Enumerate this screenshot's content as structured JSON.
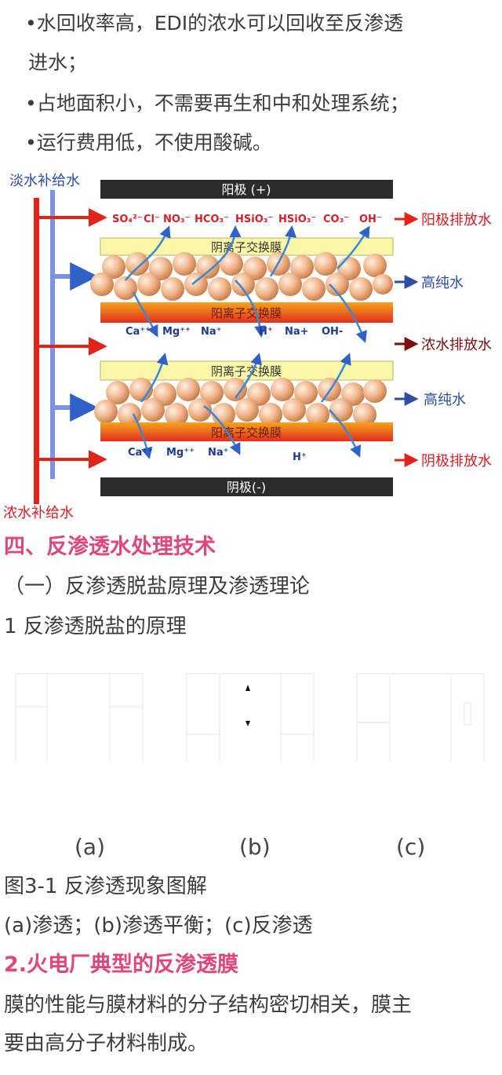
{
  "intro_bullets": [
    "•水回收率高，EDI的浓水可以回收至反渗透",
    "进水；",
    "•占地面积小，不需要再生和中和处理系统；",
    "•运行费用低，不使用酸碱。"
  ],
  "edi_diagram": {
    "top_left_label": "淡水补给水",
    "bottom_left_label": "浓水补给水",
    "anode_label": "阳极 (+)",
    "cathode_label": "阴极(-)",
    "anion_membrane_label": "阴离子交换膜",
    "cation_membrane_label": "阳离子交换膜",
    "anode_ions": [
      "SO₄²⁻",
      "Cl⁻",
      "NO₃⁻",
      "HCO₃⁻",
      "HSiO₃⁻",
      "HSiO₃⁻",
      "CO₃⁻",
      "OH⁻"
    ],
    "mid_ions": [
      "Ca⁺⁺",
      "Mg⁺⁺",
      "Na⁺",
      "H⁺",
      "Na+",
      "OH-"
    ],
    "bottom_ions": [
      "Ca⁺⁺",
      "Mg⁺⁺",
      "Na⁺",
      "H⁺"
    ],
    "outputs": {
      "anode_drain": "阳极排放水",
      "pure_water_1": "高纯水",
      "concentrate_drain": "浓水排放水",
      "pure_water_2": "高纯水",
      "cathode_drain": "阴极排放水"
    },
    "colors": {
      "red_pipe": "#e2231a",
      "blue_pipe": "#7b93e6",
      "dark_bar": "#2c2c2c",
      "anion_membrane": "#fbf7a8",
      "cation_membrane_top": "#f7a21b",
      "cation_membrane_bottom": "#e0301e",
      "ion_red": "#d42027",
      "ion_blue": "#1f3b8f"
    }
  },
  "section_heading": "四、反渗透水处理技术",
  "subsection": "（一）反渗透脱盐原理及渗透理论",
  "subsubsection": "1  反渗透脱盐的原理",
  "figure_labels": [
    "(a)",
    "(b)",
    "(c)"
  ],
  "figure_caption": "图3-1    反渗透现象图解",
  "figure_subcaption": "(a)渗透；(b)渗透平衡；(c)反渗透",
  "heading2": "2.火电厂典型的反渗透膜",
  "para_lines": [
    "膜的性能与膜材料的分子结构密切相关，膜主",
    "要由高分子材料制成。"
  ]
}
